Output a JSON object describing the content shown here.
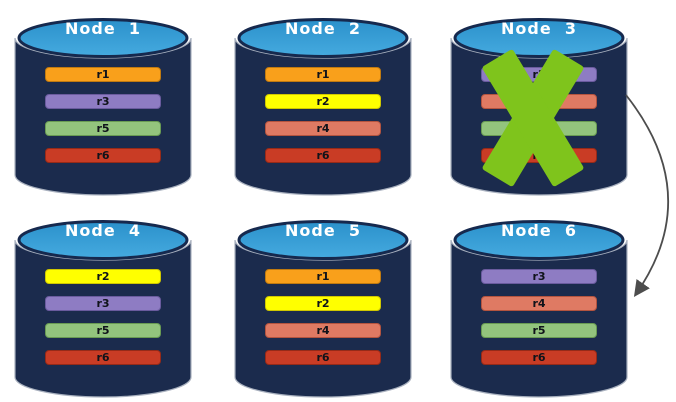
{
  "node_style": {
    "body_color": "#1B2B4D",
    "top_color": "#2B91CB",
    "top_color_light": "#45AADF",
    "top_stroke": "#16294E",
    "outline_color": "#A9B1BF",
    "title_color": "#FFFFFF"
  },
  "replica_palette": {
    "r1": {
      "fill": "#F9A01B",
      "border": "#C07A10"
    },
    "r2": {
      "fill": "#FFFF00",
      "border": "#CFC700"
    },
    "r3": {
      "fill": "#8E7CC3",
      "border": "#6A5B9E"
    },
    "r4": {
      "fill": "#DF7A63",
      "border": "#B4543F"
    },
    "r5": {
      "fill": "#93C47D",
      "border": "#699B53"
    },
    "r6": {
      "fill": "#C93C25",
      "border": "#962A18"
    }
  },
  "nodes": [
    {
      "label": "Node  1",
      "failed": false,
      "replicas": [
        {
          "label": "r1",
          "color": "#F9A01B",
          "border": "#C07A10"
        },
        {
          "label": "r3",
          "color": "#8E7CC3",
          "border": "#6A5B9E"
        },
        {
          "label": "r5",
          "color": "#93C47D",
          "border": "#699B53"
        },
        {
          "label": "r6",
          "color": "#C93C25",
          "border": "#962A18"
        }
      ]
    },
    {
      "label": "Node  2",
      "failed": false,
      "replicas": [
        {
          "label": "r1",
          "color": "#F9A01B",
          "border": "#C07A10"
        },
        {
          "label": "r2",
          "color": "#FFFF00",
          "border": "#CFC700"
        },
        {
          "label": "r4",
          "color": "#DF7A63",
          "border": "#B4543F"
        },
        {
          "label": "r6",
          "color": "#C93C25",
          "border": "#962A18"
        }
      ]
    },
    {
      "label": "Node  3",
      "failed": true,
      "replicas": [
        {
          "label": "r3",
          "color": "#8E7CC3",
          "border": "#6A5B9E"
        },
        {
          "label": "r4",
          "color": "#DF7A63",
          "border": "#B4543F"
        },
        {
          "label": "r5",
          "color": "#93C47D",
          "border": "#699B53"
        },
        {
          "label": "r6",
          "color": "#C93C25",
          "border": "#962A18"
        }
      ]
    },
    {
      "label": "Node  4",
      "failed": false,
      "replicas": [
        {
          "label": "r2",
          "color": "#FFFF00",
          "border": "#CFC700"
        },
        {
          "label": "r3",
          "color": "#8E7CC3",
          "border": "#6A5B9E"
        },
        {
          "label": "r5",
          "color": "#93C47D",
          "border": "#699B53"
        },
        {
          "label": "r6",
          "color": "#C93C25",
          "border": "#962A18"
        }
      ]
    },
    {
      "label": "Node  5",
      "failed": false,
      "replicas": [
        {
          "label": "r1",
          "color": "#F9A01B",
          "border": "#C07A10"
        },
        {
          "label": "r2",
          "color": "#FFFF00",
          "border": "#CFC700"
        },
        {
          "label": "r4",
          "color": "#DF7A63",
          "border": "#B4543F"
        },
        {
          "label": "r6",
          "color": "#C93C25",
          "border": "#962A18"
        }
      ]
    },
    {
      "label": "Node  6",
      "failed": false,
      "replicas": [
        {
          "label": "r3",
          "color": "#8E7CC3",
          "border": "#6A5B9E"
        },
        {
          "label": "r4",
          "color": "#DF7A63",
          "border": "#B4543F"
        },
        {
          "label": "r5",
          "color": "#93C47D",
          "border": "#699B53"
        },
        {
          "label": "r6",
          "color": "#C93C25",
          "border": "#962A18"
        }
      ]
    }
  ],
  "failure_marker": {
    "icon": "x-mark",
    "color": "#7FC41C",
    "on_node": "Node  3"
  },
  "arrow": {
    "from": "Node  3",
    "to": "Node  6",
    "color": "#4D4D4D"
  }
}
